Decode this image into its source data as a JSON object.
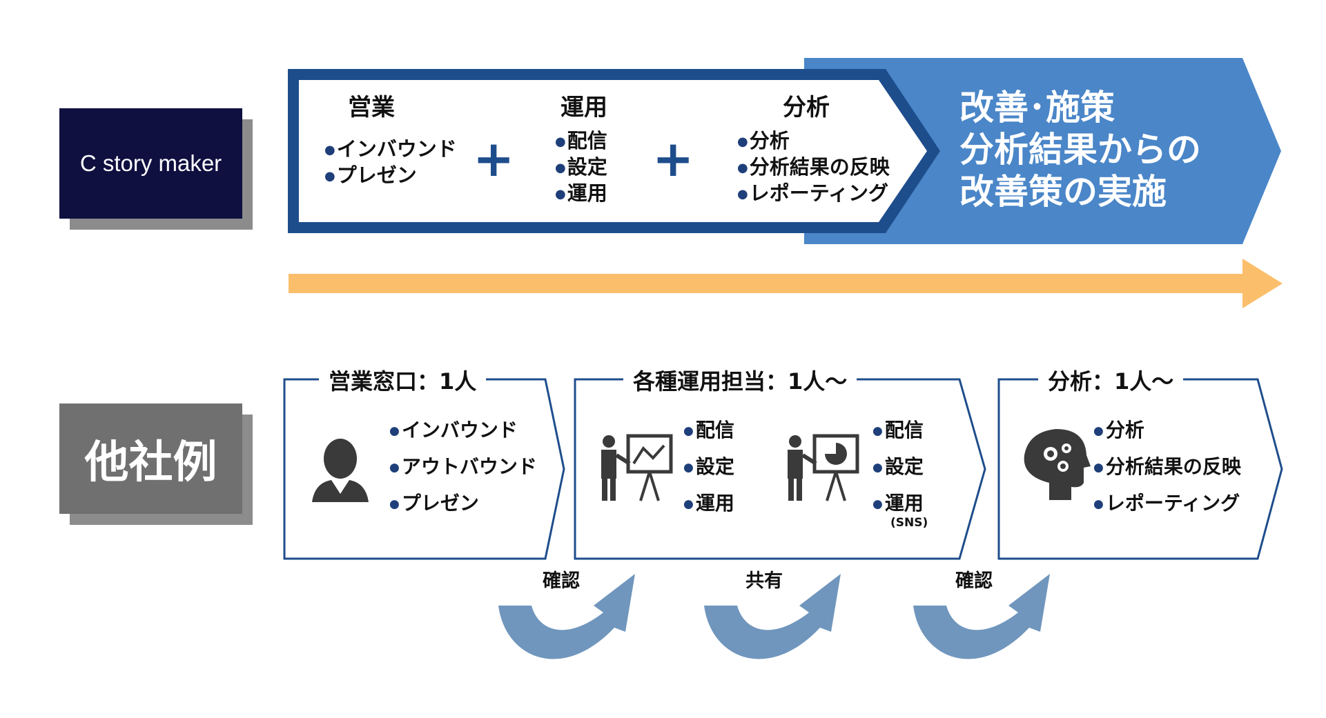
{
  "c_story": {
    "label": "C story maker",
    "steps": [
      {
        "heading": "営業",
        "items": [
          "インバウンド",
          "プレゼン"
        ]
      },
      {
        "heading": "運用",
        "items": [
          "配信",
          "設定",
          "運用"
        ]
      },
      {
        "heading": "分析",
        "items": [
          "分析",
          "分析結果の反映",
          "レポーティング"
        ]
      }
    ],
    "plus_symbol": "+",
    "kaizen_lines": [
      "改善･施策",
      "分析結果からの",
      "改善策の実施"
    ]
  },
  "other": {
    "label": "他社例",
    "boxes": [
      {
        "heading": "営業窓口：1人",
        "items": [
          "インバウンド",
          "アウトバウンド",
          "プレゼン"
        ],
        "icon": "person-icon"
      },
      {
        "heading": "各種運用担当：1人～",
        "group_a": [
          "配信",
          "設定",
          "運用"
        ],
        "group_b": [
          "配信",
          "設定",
          "運用"
        ],
        "group_b_note": "(SNS)",
        "icon_a": "presentation-line-chart-icon",
        "icon_b": "presentation-pie-chart-icon"
      },
      {
        "heading": "分析：1人～",
        "items": [
          "分析",
          "分析結果の反映",
          "レポーティング"
        ],
        "icon": "head-gears-icon"
      }
    ],
    "flows": [
      "確認",
      "共有",
      "確認"
    ]
  },
  "colors": {
    "navy": "#0f1040",
    "blue_dark": "#1e4d8c",
    "blue": "#4a86c8",
    "orange": "#fbbe6a",
    "gray_label": "#707070",
    "curl_blue": "#7096bd"
  }
}
